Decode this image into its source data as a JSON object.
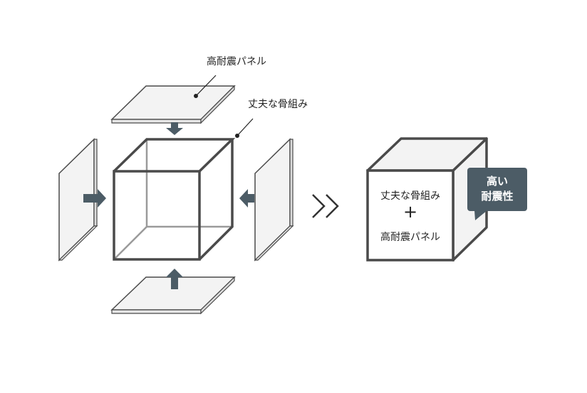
{
  "labels": {
    "panel": "高耐震パネル",
    "frame": "丈夫な骨組み"
  },
  "result": {
    "line1": "丈夫な骨組み",
    "plus": "+",
    "line2": "高耐震パネル"
  },
  "badge": {
    "line1": "高い",
    "line2": "耐震性"
  },
  "icons": {
    "transition": "double-chevron-right-icon",
    "arrow": "arrow-icon"
  },
  "colors": {
    "stroke": "#4a4a4a",
    "panel_fill": "#f3f3f3",
    "arrow": "#4c5c66",
    "badge": "#4c5c66",
    "inner_edge": "#9a9a9a"
  }
}
